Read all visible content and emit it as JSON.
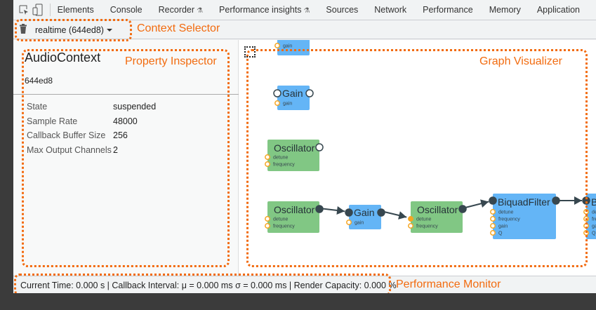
{
  "toolbar": {
    "tabs": [
      {
        "label": "Elements"
      },
      {
        "label": "Console"
      },
      {
        "label": "Recorder",
        "experimental": true
      },
      {
        "label": "Performance insights",
        "experimental": true
      },
      {
        "label": "Sources"
      },
      {
        "label": "Network"
      },
      {
        "label": "Performance"
      },
      {
        "label": "Memory"
      },
      {
        "label": "Application"
      }
    ]
  },
  "context_selector": {
    "value": "realtime (644ed8)"
  },
  "inspector": {
    "title": "AudioContext",
    "id": "644ed8",
    "properties": [
      {
        "label": "State",
        "value": "suspended"
      },
      {
        "label": "Sample Rate",
        "value": "48000"
      },
      {
        "label": "Callback Buffer Size",
        "value": "256"
      },
      {
        "label": "Max Output Channels",
        "value": "2"
      }
    ]
  },
  "graph": {
    "nodes": [
      {
        "title": "Gain",
        "params": [
          "gain"
        ]
      },
      {
        "title": "Gain",
        "params": [
          "gain"
        ]
      },
      {
        "title": "Oscillator",
        "params": [
          "detune",
          "frequency"
        ]
      },
      {
        "title": "Oscillator",
        "params": [
          "detune",
          "frequency"
        ]
      },
      {
        "title": "Gain",
        "params": [
          "gain"
        ]
      },
      {
        "title": "Oscillator",
        "params": [
          "detune",
          "frequency"
        ]
      },
      {
        "title": "BiquadFilter",
        "params": [
          "detune",
          "frequency",
          "gain",
          "Q"
        ]
      },
      {
        "title": "BiquadFilter",
        "params": [
          "detune",
          "frequency",
          "gain",
          "Q"
        ]
      }
    ],
    "colors": {
      "gain": "#64b5f6",
      "oscillator": "#81c784",
      "biquad": "#64b5f6",
      "port": "#37474f",
      "param": "#f5a623"
    }
  },
  "status": {
    "text": "Current Time: 0.000 s | Callback Interval: μ = 0.000 ms σ = 0.000 ms | Render Capacity: 0.000 %"
  },
  "annotations": {
    "context_selector": "Context Selector",
    "property_inspector": "Property Inspector",
    "graph_visualizer": "Graph Visualizer",
    "performance_monitor": "Performance Monitor",
    "color": "#f26b0f"
  }
}
